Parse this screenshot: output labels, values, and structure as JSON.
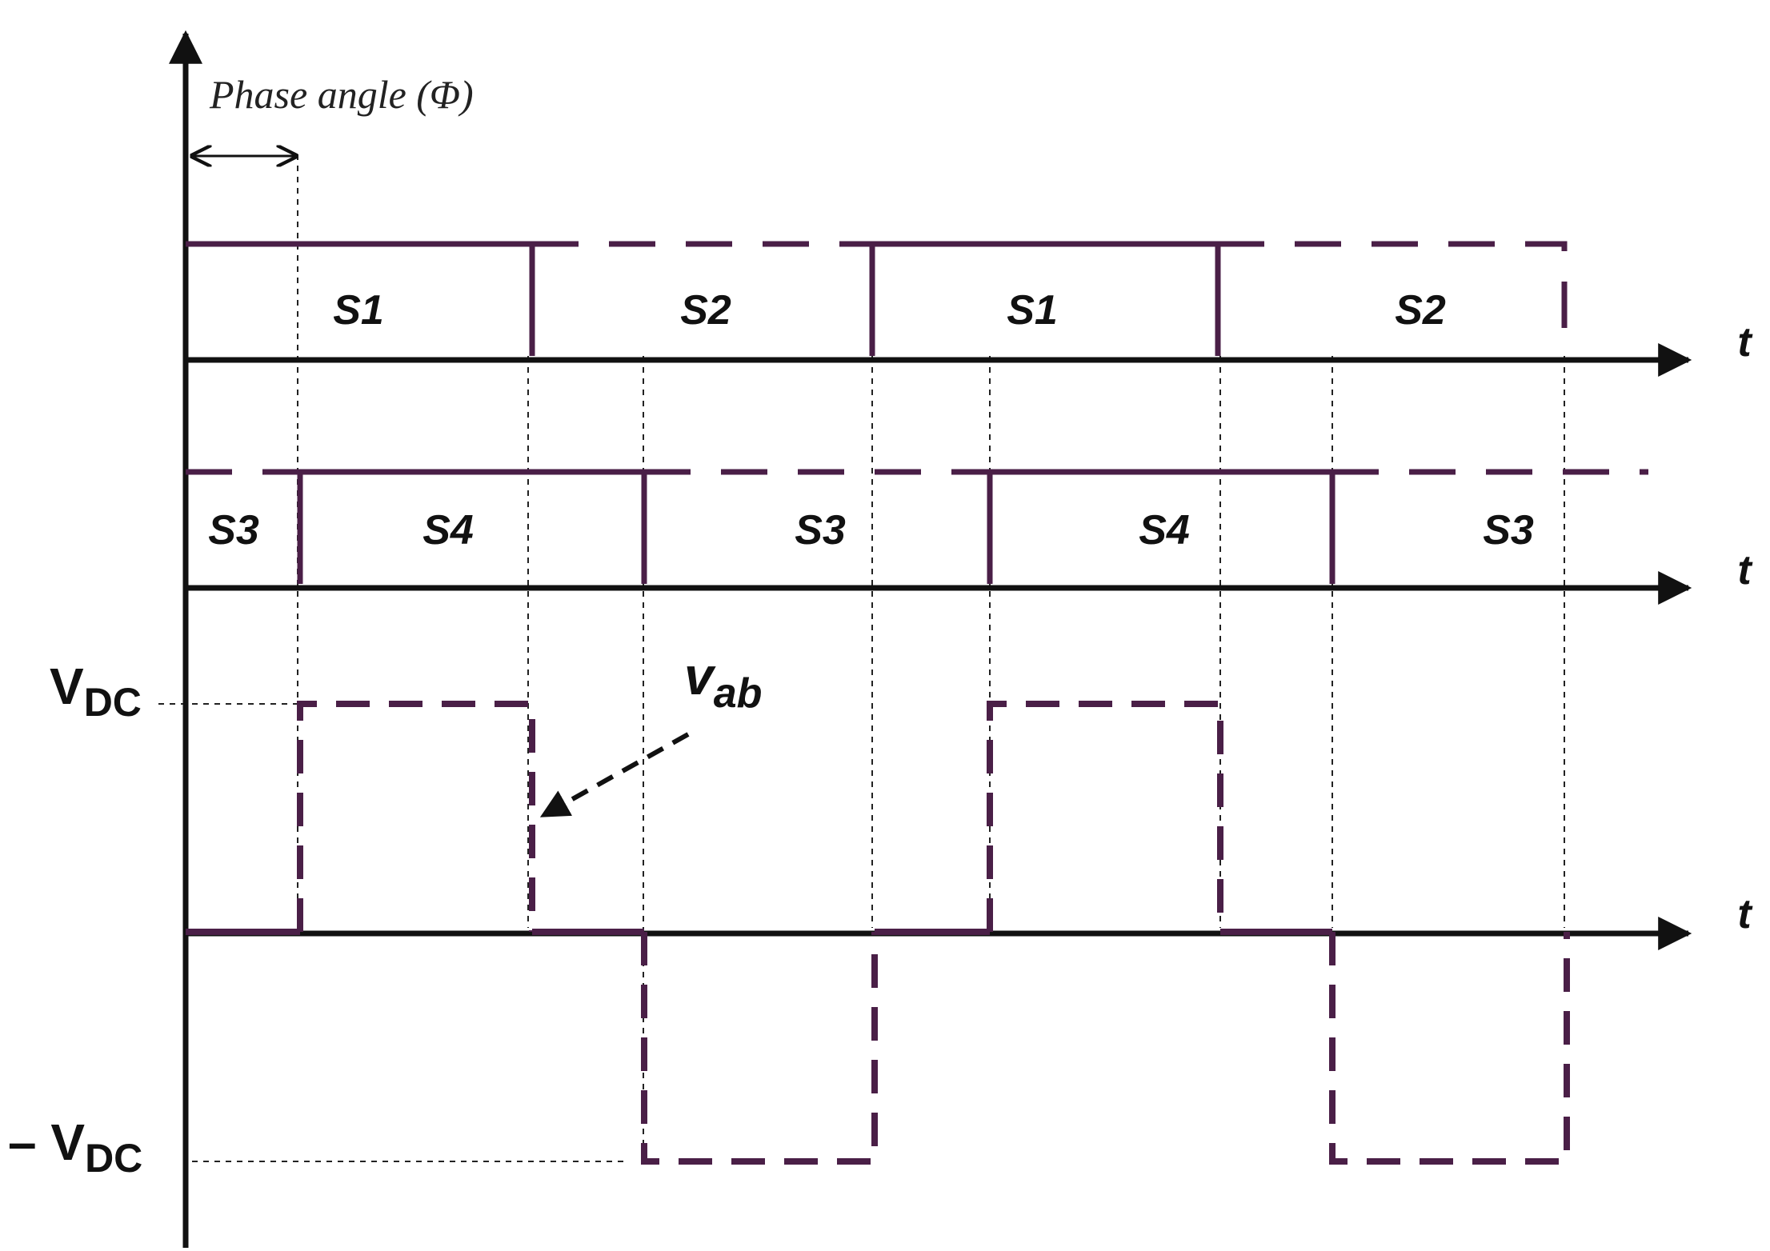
{
  "phase_label": "Phase angle (Φ)",
  "axis_label_t": "t",
  "row1": {
    "labels": [
      "S1",
      "S2",
      "S1",
      "S2"
    ]
  },
  "row2": {
    "labels": [
      "S3",
      "S4",
      "S3",
      "S4",
      "S3"
    ]
  },
  "vdc_label": {
    "main": "V",
    "sub": "DC"
  },
  "neg_vdc_label": {
    "main": "– V",
    "sub": "DC"
  },
  "vab_label": {
    "main": "v",
    "sub": "ab"
  },
  "colors": {
    "signal": "#4a1f47",
    "axis": "#111111",
    "guide": "#222222"
  }
}
